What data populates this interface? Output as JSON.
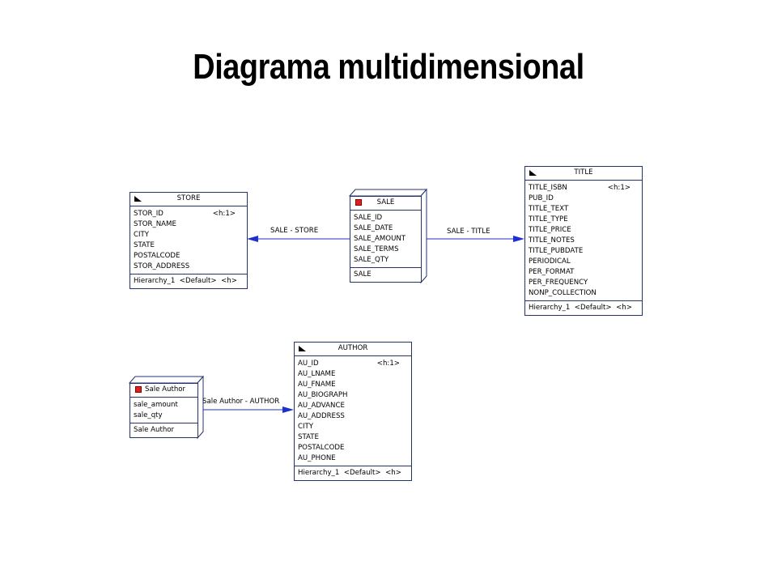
{
  "title": "Diagrama multidimensional",
  "store": {
    "name": "STORE",
    "attrs": [
      "STOR_ID",
      "STOR_NAME",
      "CITY",
      "STATE",
      "POSTALCODE",
      "STOR_ADDRESS"
    ],
    "key_tag": "<h:1>",
    "hierarchy": {
      "name": "Hierarchy_1",
      "default": "<Default>",
      "tag": "<h>"
    }
  },
  "sale": {
    "name": "SALE",
    "measures": [
      "SALE_ID",
      "SALE_DATE",
      "SALE_AMOUNT",
      "SALE_TERMS",
      "SALE_QTY"
    ],
    "footer": "SALE"
  },
  "title_dim": {
    "name": "TITLE",
    "attrs": [
      "TITLE_ISBN",
      "PUB_ID",
      "TITLE_TEXT",
      "TITLE_TYPE",
      "TITLE_PRICE",
      "TITLE_NOTES",
      "TITLE_PUBDATE",
      "PERIODICAL",
      "PER_FORMAT",
      "PER_FREQUENCY",
      "NONP_COLLECTION"
    ],
    "key_tag": "<h:1>",
    "hierarchy": {
      "name": "Hierarchy_1",
      "default": "<Default>",
      "tag": "<h>"
    }
  },
  "author": {
    "name": "AUTHOR",
    "attrs": [
      "AU_ID",
      "AU_LNAME",
      "AU_FNAME",
      "AU_BIOGRAPH",
      "AU_ADVANCE",
      "AU_ADDRESS",
      "CITY",
      "STATE",
      "POSTALCODE",
      "AU_PHONE"
    ],
    "key_tag": "<h:1>",
    "hierarchy": {
      "name": "Hierarchy_1",
      "default": "<Default>",
      "tag": "<h>"
    }
  },
  "sale_author": {
    "name": "Sale Author",
    "measures": [
      "sale_amount",
      "sale_qty"
    ],
    "footer": "Sale Author"
  },
  "links": {
    "sale_store": "SALE - STORE",
    "sale_title": "SALE - TITLE",
    "sale_author_author": "Sale Author - AUTHOR"
  },
  "colors": {
    "border": "#26336b",
    "arrow": "#1e2fcf",
    "cube": "#e02020"
  }
}
